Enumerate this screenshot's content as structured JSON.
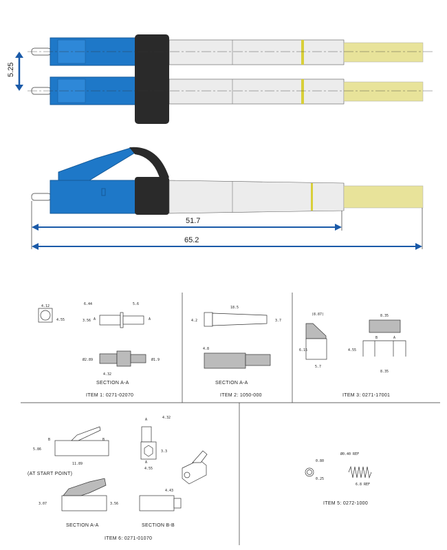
{
  "photo": {
    "pitch_label": "5.25",
    "length_short_label": "51.7",
    "length_long_label": "65.2",
    "colors": {
      "blue": "#1e78c8",
      "black": "#2a2a2a",
      "white": "#ececec",
      "yellow": "#e8e39a",
      "arrow": "#1a5aa8"
    }
  },
  "items": [
    {
      "caption": "ITEM 1: 0271-02070",
      "section": "SECTION A-A",
      "dims": [
        "4.12",
        "4.55",
        "6.44",
        "5.6",
        "3.56",
        "A",
        "A",
        "Ø2.89",
        "4.32",
        "Ø1.9"
      ]
    },
    {
      "caption": "ITEM 2: 1050-000",
      "section": "SECTION A-A",
      "dims": [
        "18.5",
        "4.2",
        "3.7",
        "4.8"
      ]
    },
    {
      "caption": "ITEM 3: 0271-17001",
      "dims": [
        "(8.87)",
        "6.15",
        "5.7",
        "8.35",
        "4.55",
        "B",
        "A",
        "8.35"
      ]
    },
    {
      "caption": "ITEM 5: 0272-1000",
      "dims": [
        "0.80",
        "0.25",
        "Ø0.40 REF",
        "6.8 REF"
      ]
    },
    {
      "caption": "ITEM 6: 0271-01070",
      "start_note": "(AT START POINT)",
      "section_a": "SECTION A-A",
      "section_b": "SECTION B-B",
      "dims": [
        "5.86",
        "11.89",
        "B",
        "B",
        "4.32",
        "A",
        "A",
        "3.3",
        "4.55",
        "3.07",
        "3.56",
        "4.43"
      ]
    }
  ]
}
